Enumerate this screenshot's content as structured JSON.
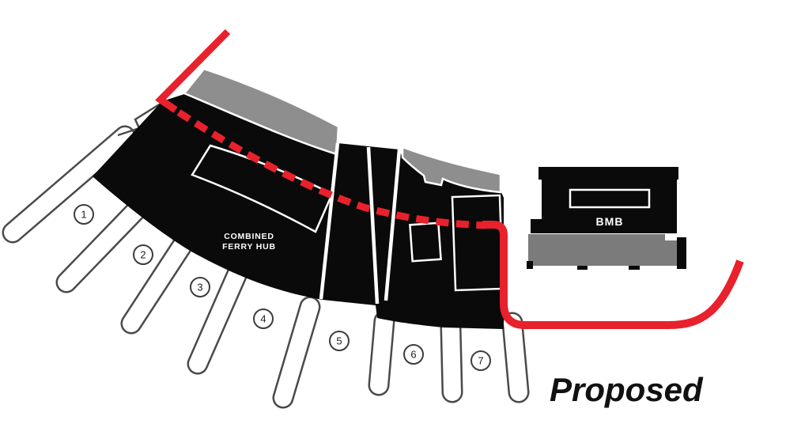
{
  "figure": {
    "type": "ferry-terminal-site-plan",
    "labels": {
      "hub_line1": "COMBINED",
      "hub_line2": "FERRY HUB",
      "building": "BMB",
      "caption": "Proposed"
    },
    "berths": [
      "1",
      "2",
      "3",
      "4",
      "5",
      "6",
      "7"
    ],
    "colors": {
      "route_red": "#e8212c",
      "terminal_black": "#0a0a0a",
      "apron_gray": "#8e8e8e",
      "base_gray": "#7b7b7b",
      "outline_gray": "#4a4a4a",
      "background": "#ffffff"
    }
  }
}
